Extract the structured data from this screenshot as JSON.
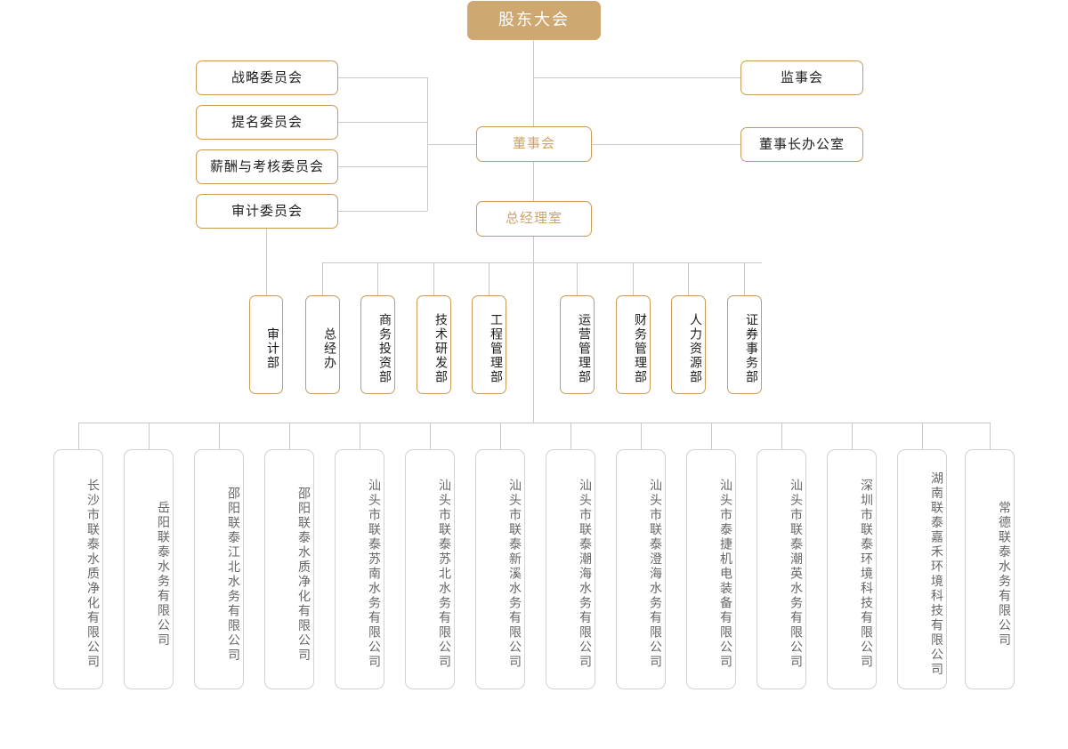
{
  "meta": {
    "title": "组织架构图",
    "colors": {
      "accent_fill": "#cfa871",
      "accent_border": "#c89b5a",
      "accent_text": "#cfa26a",
      "line": "#c9c9c9",
      "sub_border": "#d2d2d2",
      "sub_text": "#666666",
      "text": "#1d1d1d"
    }
  },
  "top": {
    "shareholders_meeting": "股东大会"
  },
  "committees": [
    {
      "label": "战略委员会"
    },
    {
      "label": "提名委员会"
    },
    {
      "label": "薪酬与考核委员会"
    },
    {
      "label": "审计委员会"
    }
  ],
  "governance": {
    "board": "董事会",
    "supervisory_board": "监事会",
    "chairman_office": "董事长办公室",
    "gm_office": "总经理室"
  },
  "audit_department": "审计部",
  "departments": [
    {
      "label": "总经办"
    },
    {
      "label": "商务投资部"
    },
    {
      "label": "技术研发部"
    },
    {
      "label": "工程管理部"
    },
    {
      "label": "运营管理部"
    },
    {
      "label": "财务管理部"
    },
    {
      "label": "人力资源部"
    },
    {
      "label": "证券事务部"
    }
  ],
  "subsidiaries": [
    {
      "label": "长沙市联泰水质净化有限公司"
    },
    {
      "label": "岳阳联泰水务有限公司"
    },
    {
      "label": "邵阳联泰江北水务有限公司"
    },
    {
      "label": "邵阳联泰水质净化有限公司"
    },
    {
      "label": "汕头市联泰苏南水务有限公司"
    },
    {
      "label": "汕头市联泰苏北水务有限公司"
    },
    {
      "label": "汕头市联泰新溪水务有限公司"
    },
    {
      "label": "汕头市联泰潮海水务有限公司"
    },
    {
      "label": "汕头市联泰澄海水务有限公司"
    },
    {
      "label": "汕头市泰捷机电装备有限公司"
    },
    {
      "label": "汕头市联泰潮英水务有限公司"
    },
    {
      "label": "深圳市联泰环境科技有限公司"
    },
    {
      "label": "湖南联泰嘉禾环境科技有限公司"
    },
    {
      "label": "常德联泰水务有限公司"
    }
  ]
}
